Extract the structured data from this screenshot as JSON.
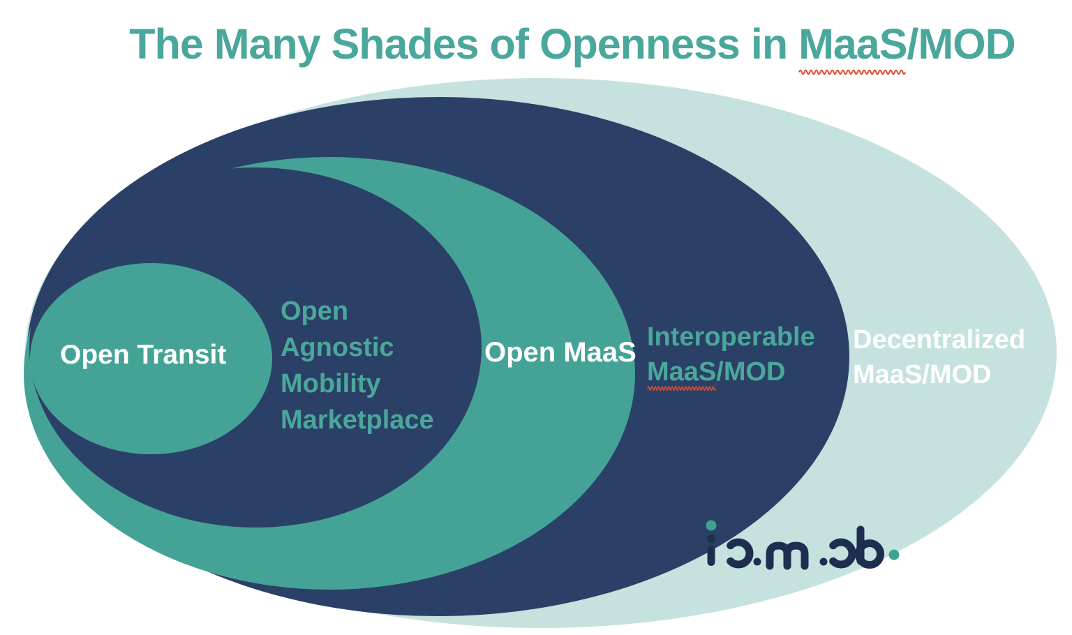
{
  "title": {
    "prefix": "The Many Shades of Openness in ",
    "spellcheck_word": "MaaS",
    "suffix": "/MOD",
    "color": "#4aa79c"
  },
  "diagram": {
    "type": "nested-ellipse-diagram",
    "description_order": "outermost to innermost",
    "rings": [
      {
        "name": "decentralized-maas-mod",
        "lines": [
          "Decentralized",
          "MaaS/MOD"
        ],
        "fill": "#c5e2df",
        "text_color": "#ffffff"
      },
      {
        "name": "interoperable-maas-mod",
        "line1": "Interoperable",
        "line2_spellcheck_word": "MaaS",
        "line2_rest": "/MOD",
        "fill": "#2b4067",
        "text_color": "#4aa89b"
      },
      {
        "name": "open-maas",
        "label": "Open MaaS",
        "fill": "#44a396",
        "text_color": "#ffffff"
      },
      {
        "name": "open-agnostic-mobility-marketplace",
        "lines": [
          "Open",
          "Agnostic",
          "Mobility",
          "Marketplace"
        ],
        "fill": "#2b4067",
        "text_color": "#4aa89b"
      },
      {
        "name": "open-transit",
        "label": "Open Transit",
        "fill": "#44a396",
        "text_color": "#ffffff"
      }
    ]
  },
  "logo": {
    "text": "iomob",
    "color": "#1d2e4f",
    "accent_color": "#3fa394"
  },
  "colors": {
    "background": "#ffffff",
    "navy": "#2b4067",
    "teal": "#44a396",
    "mint": "#c5e2df",
    "title_teal": "#4aa79c",
    "spellcheck_red": "#e04b31"
  }
}
